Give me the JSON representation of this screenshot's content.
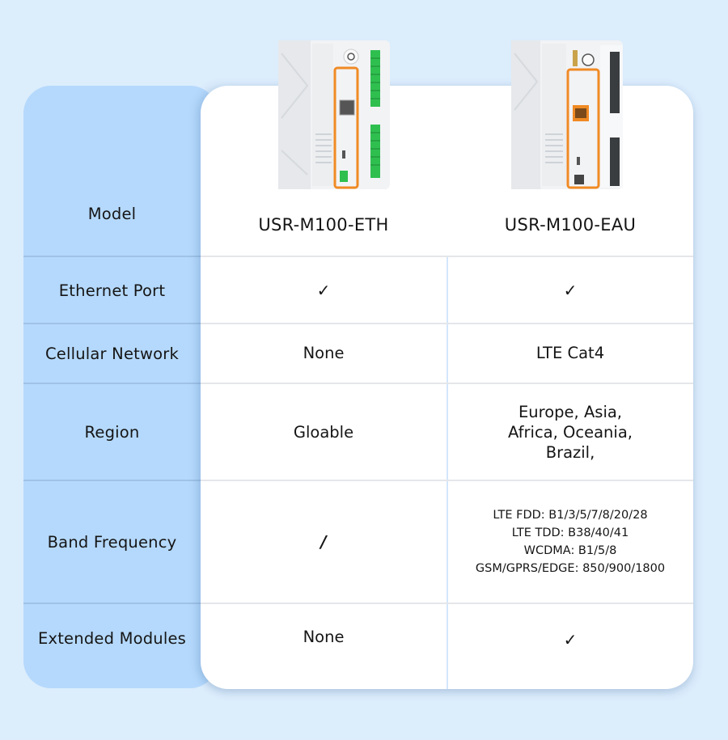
{
  "comparison": {
    "row_labels": [
      "Model",
      "Ethernet Port",
      "Cellular Network",
      "Region",
      "Band Frequency",
      "Extended Modules"
    ],
    "products": [
      {
        "name": "USR-M100-ETH",
        "image": "device-eth-photo",
        "ethernet_port": "✓",
        "cellular_network": "None",
        "region": [
          "Gloable"
        ],
        "band_frequency": [
          "/"
        ],
        "extended_modules": "None"
      },
      {
        "name": "USR-M100-EAU",
        "image": "device-eau-photo",
        "ethernet_port": "✓",
        "cellular_network": "LTE Cat4",
        "region": [
          "Europe, Asia,",
          "Africa, Oceania,",
          "Brazil,"
        ],
        "band_frequency": [
          "LTE FDD: B1/3/5/7/8/20/28",
          "LTE TDD: B38/40/41",
          "WCDMA: B1/5/8",
          "GSM/GPRS/EDGE: 850/900/1800"
        ],
        "extended_modules": "✓"
      }
    ]
  },
  "colors": {
    "background": "#dcedfc",
    "label_panel": "#b5d9fc",
    "card": "#ffffff",
    "device_accent": "#f08a24",
    "terminal_green": "#2fbf4f"
  }
}
